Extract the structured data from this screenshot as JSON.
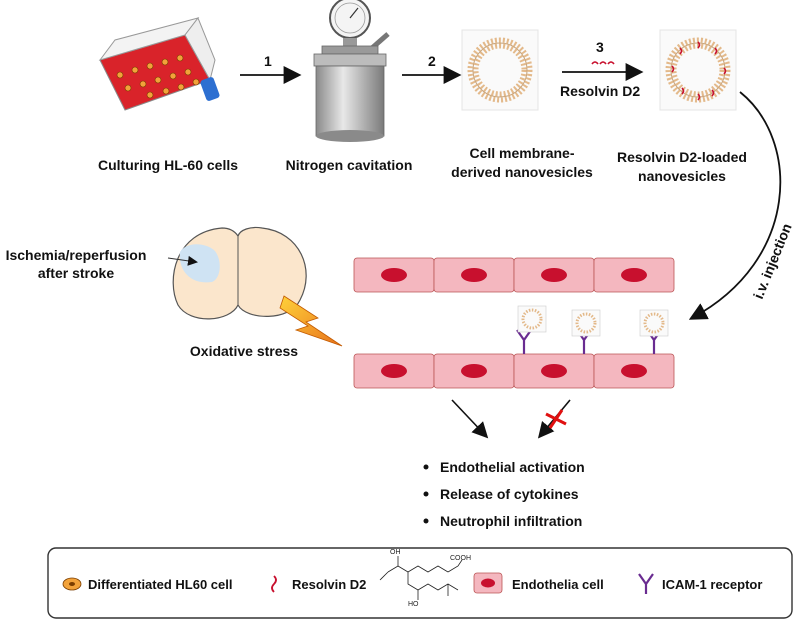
{
  "steps": {
    "culturing": "Culturing HL-60 cells",
    "cavitation": "Nitrogen cavitation",
    "membrane_line1": "Cell membrane-",
    "membrane_line2": "derived nanovesicles",
    "loaded_line1": "Resolvin D2-loaded",
    "loaded_line2": "nanovesicles"
  },
  "arrow_numbers": {
    "n1": "1",
    "n2": "2",
    "n3": "3"
  },
  "resolvin_label": "Resolvin D2",
  "injection_label": "i.v. injection",
  "brain": {
    "ischemia_line1": "Ischemia/reperfusion",
    "ischemia_line2": "after stroke"
  },
  "oxidative_label": "Oxidative stress",
  "outcomes": [
    "Endothelial activation",
    "Release of cytokines",
    "Neutrophil infiltration"
  ],
  "legend": {
    "hl60": "Differentiated HL60 cell",
    "resolvin": "Resolvin D2",
    "endothelia": "Endothelia cell",
    "icam": "ICAM-1 receptor",
    "structure_labels": {
      "cooh": "COOH",
      "oh": "OH",
      "ho": "HO"
    }
  },
  "colors": {
    "culture_red": "#d9232a",
    "endothelial_fill": "#f4b7bf",
    "nucleus": "#c8102e",
    "icam_purple": "#6a2c91",
    "lipid_head": "#e3b98a",
    "bolt": "#f0a030"
  }
}
